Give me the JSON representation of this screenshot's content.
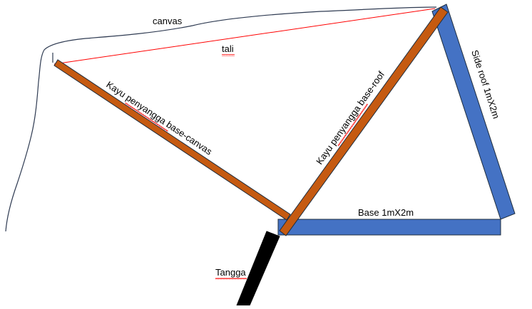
{
  "labels": {
    "canvas": "canvas",
    "rope": "tali",
    "support_canvas": "Kayu penyangga base-canvas",
    "support_roof": "Kayu penyangga base-roof",
    "side_roof": "Side roof 1mX2m",
    "base": "Base 1mX2m",
    "ladder": "Tangga"
  },
  "colors": {
    "wood": "#c55a11",
    "panel": "#4472c4",
    "outline": "#1f2d3d",
    "rope": "#ff0000",
    "canvas_line": "#2f3b52",
    "ladder": "#000000",
    "spellcheck": "#ff0000"
  }
}
